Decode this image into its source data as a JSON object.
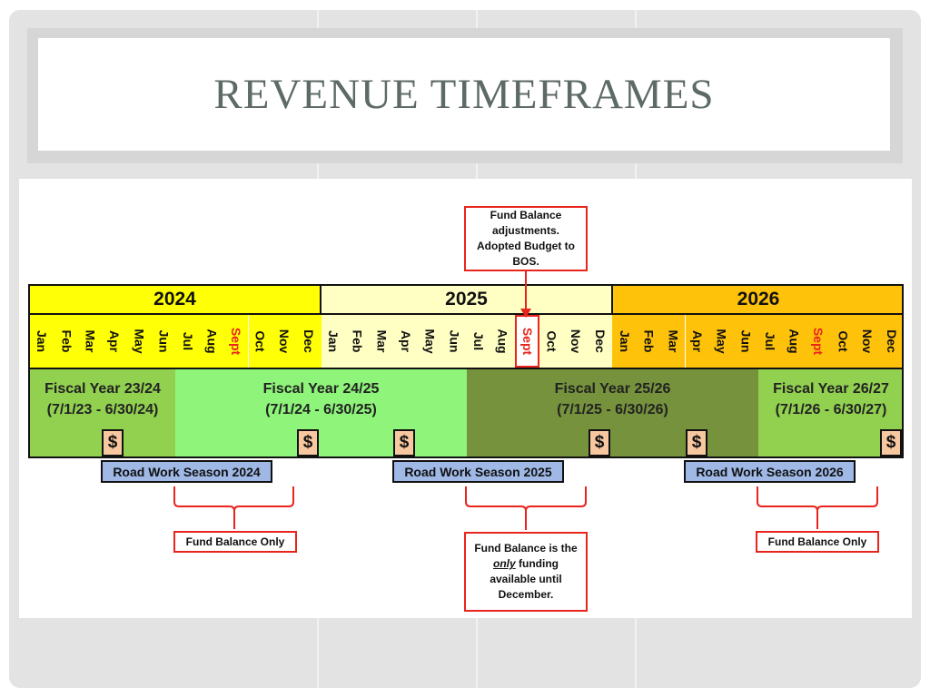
{
  "title": "REVENUE TIMEFRAMES",
  "years": [
    "2024",
    "2025",
    "2026"
  ],
  "year_colors": [
    "#ffff05",
    "#ffffc4",
    "#ffc20a"
  ],
  "months": [
    "Jan",
    "Feb",
    "Mar",
    "Apr",
    "May",
    "Jun",
    "Jul",
    "Aug",
    "Sept",
    "Oct",
    "Nov",
    "Dec"
  ],
  "highlight_month": "Sept",
  "fiscal_years": [
    {
      "name": "Fiscal Year 23/24",
      "range": "(7/1/23 - 6/30/24)",
      "color": "#92d050"
    },
    {
      "name": "Fiscal Year 24/25",
      "range": "(7/1/24 - 6/30/25)",
      "color": "#8ef47a"
    },
    {
      "name": "Fiscal Year 25/26",
      "range": "(7/1/25 - 6/30/26)",
      "color": "#76923c"
    },
    {
      "name": "Fiscal Year  26/27",
      "range": "(7/1/26 - 6/30/27)",
      "color": "#92d050"
    }
  ],
  "dollar_symbol": "$",
  "road_work_seasons": [
    "Road Work Season 2024",
    "Road Work Season 2025",
    "Road Work Season 2026"
  ],
  "callouts": {
    "top": "Fund Balance adjustments. Adopted Budget to BOS.",
    "left": "Fund Balance Only",
    "middle_before": "Fund Balance is the",
    "middle_emph": "only",
    "middle_after": "funding available until December.",
    "right": "Fund Balance Only"
  }
}
